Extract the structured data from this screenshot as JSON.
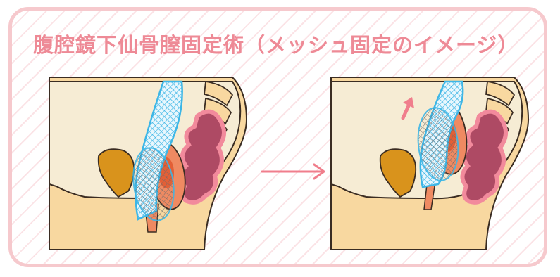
{
  "title": "腹腔鏡下仙骨膣固定術（メッシュ固定のイメージ）",
  "panels": [
    {
      "name": "before"
    },
    {
      "name": "after",
      "arrow": "up-arrow"
    }
  ],
  "transition_arrow": "right-arrow",
  "colors": {
    "frame_border": "#f6c9cd",
    "stripe": "#fbe3e6",
    "title": "#ee8a96",
    "body": "#f8d8a0",
    "body_outline": "#3a2c22",
    "pelvic_cavity": "#f6ecd4",
    "bladder": "#d9931c",
    "uterus": "#ef8a62",
    "rectum": "#ae4a64",
    "mesh": "#3db6e6",
    "arrow": "#f07e8c"
  }
}
